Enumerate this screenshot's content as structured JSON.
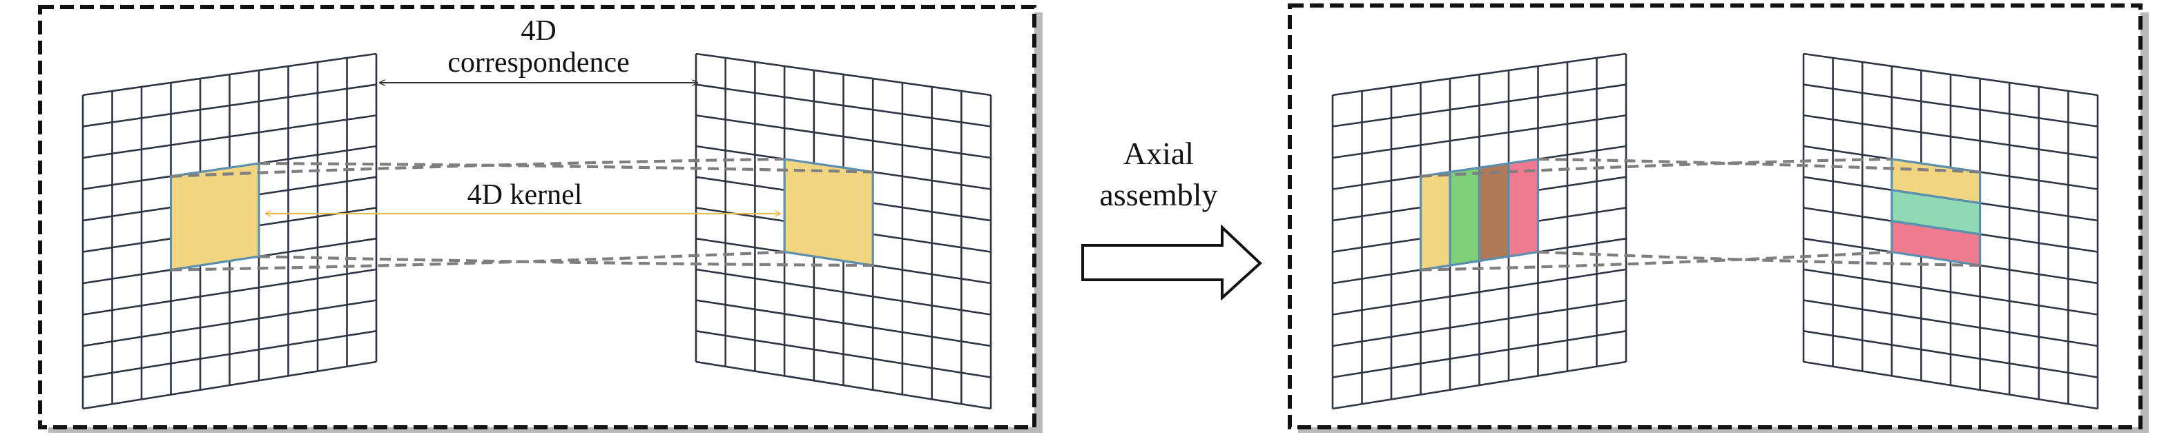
{
  "left_panel": {
    "correspondence_label_line1": "4D",
    "correspondence_label_line2": "correspondence",
    "kernel_label": "4D kernel"
  },
  "middle": {
    "arrow_label_line1": "Axial",
    "arrow_label_line2": "assembly"
  },
  "colors": {
    "grid_line": "#2e3444",
    "kernel_yellow": "#f2d580",
    "kernel_green": "#7fcf78",
    "kernel_teal": "#8fd9b4",
    "kernel_brown": "#b07a58",
    "kernel_pink": "#f07a8e",
    "kernel_edge": "#5b8fb0",
    "kernel_arrow": "#e9b94a",
    "dashed_link": "#7f7f7f",
    "panel_border": "#111111",
    "panel_shadow": "#b9b9b9"
  }
}
